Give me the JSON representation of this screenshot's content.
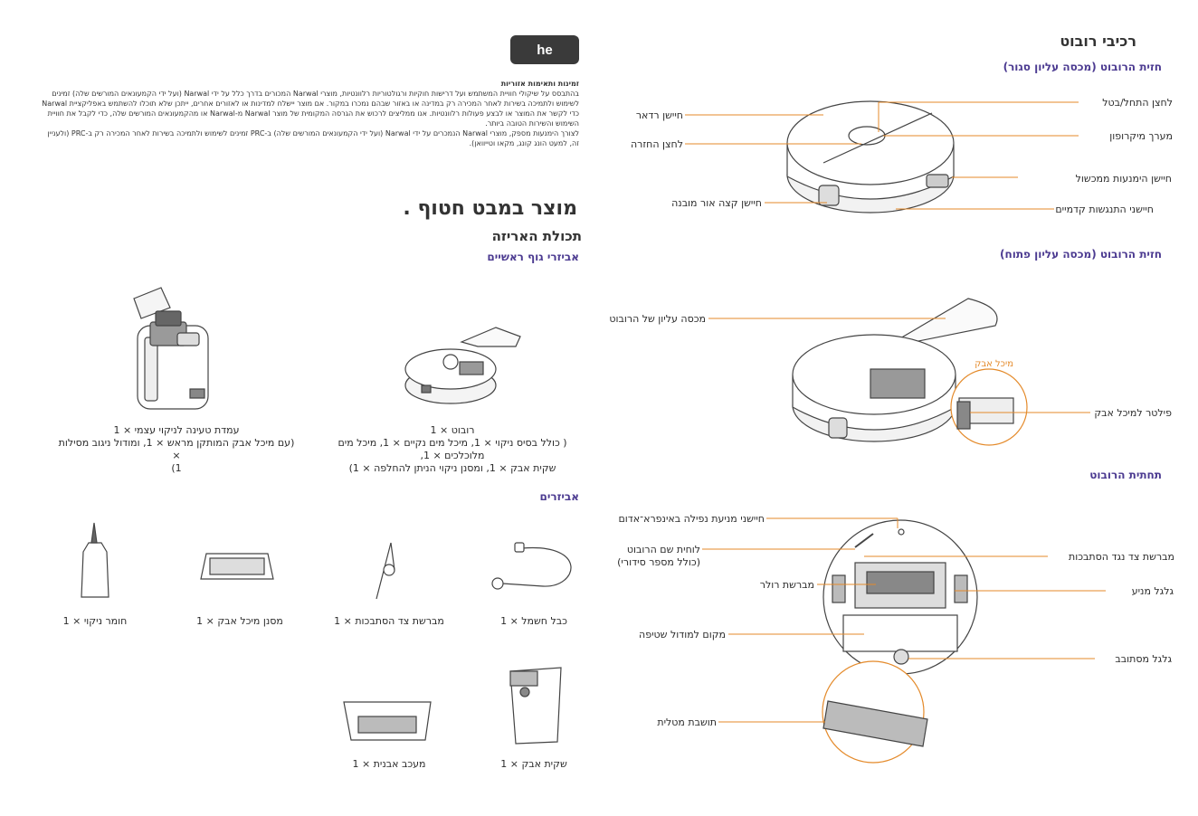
{
  "lang_badge": "he",
  "left": {
    "legal_title": "זמינות ותאימות אזוריות",
    "legal_lines": [
      "בהתבסס על שיקולי חוויית המשתמש ועל דרישות חוקיות ורגולטוריות רלוונטיות, מוצרי Narwal המכורים בדרך כלל על ידי Narwal (ועל ידי הקמעונאים המורשים שלה) זמינים",
      "לשימוש ולתמיכה בשירות לאחר המכירה רק במדינה או באזור שבהם נמכרו במקור. אם מוצר יישלח למדינות או לאזורים אחרים, ייתכן שלא תוכלו להשתמש באפליקציית Narwal",
      "כדי לקשר את המוצר או לבצע פעולות רלוונטיות. אנו ממליצים לרכוש את הגרסה המקומית של מוצר Narwal מ-Narwal או מהקמעונאים המורשים שלה, כדי לקבל את חוויית",
      "השימוש והשירות הטובה ביותר.",
      "לצורך הימנעות מספק, מוצרי Narwal הנמכרים על ידי Narwal (ועל ידי הקמעונאים המורשים שלה) ב-PRC זמינים לשימוש ולתמיכה בשירות לאחר המכירה רק ב-PRC (ולעניין",
      "זה, למעט הונג קונג, מקאו וטייוואן)."
    ],
    "main_title": "מוצר במבט חטוף .",
    "package_title": "תכולת האריזה",
    "main_accessories_title": "אביזרי גוף ראשיים",
    "station_caption": [
      "עמדת טעינה לניקוי עצמי × 1",
      "(עם מיכל אבק המותקן מראש × 1, ומודול ניגוב מסילות ×",
      "1)"
    ],
    "robot_caption": [
      "רובוט × 1",
      "( כולל בסיס ניקוי × 1, מיכל מים נקיים × 1, מיכל מים מלוכלכים × 1,",
      "שקית אבק × 1, ומסנן ניקוי הניתן להחלפה × 1)"
    ],
    "accessories_title": "אביזרים",
    "accessories": [
      {
        "label": "כבל חשמל × 1",
        "icon": "power-cable-icon"
      },
      {
        "label": "מברשת צד הסתבכות × 1",
        "icon": "side-brush-icon"
      },
      {
        "label": "מסנן מיכל אבק × 1",
        "icon": "filter-icon"
      },
      {
        "label": "חומר ניקוי × 1",
        "icon": "detergent-bottle-icon"
      },
      {
        "label": "שקית אבק × 1",
        "icon": "dust-bag-icon"
      },
      {
        "label": "מעכב אבנית × 1",
        "icon": "scale-inhibitor-icon"
      }
    ]
  },
  "right": {
    "title": "רכיבי רובוט",
    "front_closed_title": "חזית הרובוט (מכסה עליון סגור)",
    "front_closed_labels": {
      "radar": "חיישן רדאר",
      "return_button": "לחצן החזרה",
      "structured_light": "חיישן קצה אור מובנה",
      "start_button": "לחצן התחל/בטל",
      "mic": "מערך מיקרופון",
      "obstacle": "חיישן הימנעות ממכשול",
      "collision": "חיישני התנגשות קדמיים"
    },
    "front_open_title": "חזית הרובוט (מכסה עליון פתוח)",
    "front_open_labels": {
      "top_cover": "מכסה עליון של הרובוט",
      "dust_bin": "מיכל אבק",
      "bin_filter": "פילטר למיכל אבק"
    },
    "bottom_title": "תחתית הרובוט",
    "bottom_labels": {
      "cliff": "חיישני מניעת נפילה באינפרא־אדום",
      "nameplate_1": "לוחית שם הרובוט",
      "nameplate_2": "(כולל מספר סידורי)",
      "roller": "מברשת רולר",
      "mop_slot": "מקום למודול שטיפה",
      "metal_seat": "תושבת מטלית",
      "side_brush": "מברשת צד נגד הסתבכות",
      "drive_wheel": "גלגל מניע",
      "caster": "גלגל מסתובב"
    }
  },
  "colors": {
    "accent": "#4c3b91",
    "leader": "#e48a2a",
    "badge": "#3a3a3a"
  }
}
